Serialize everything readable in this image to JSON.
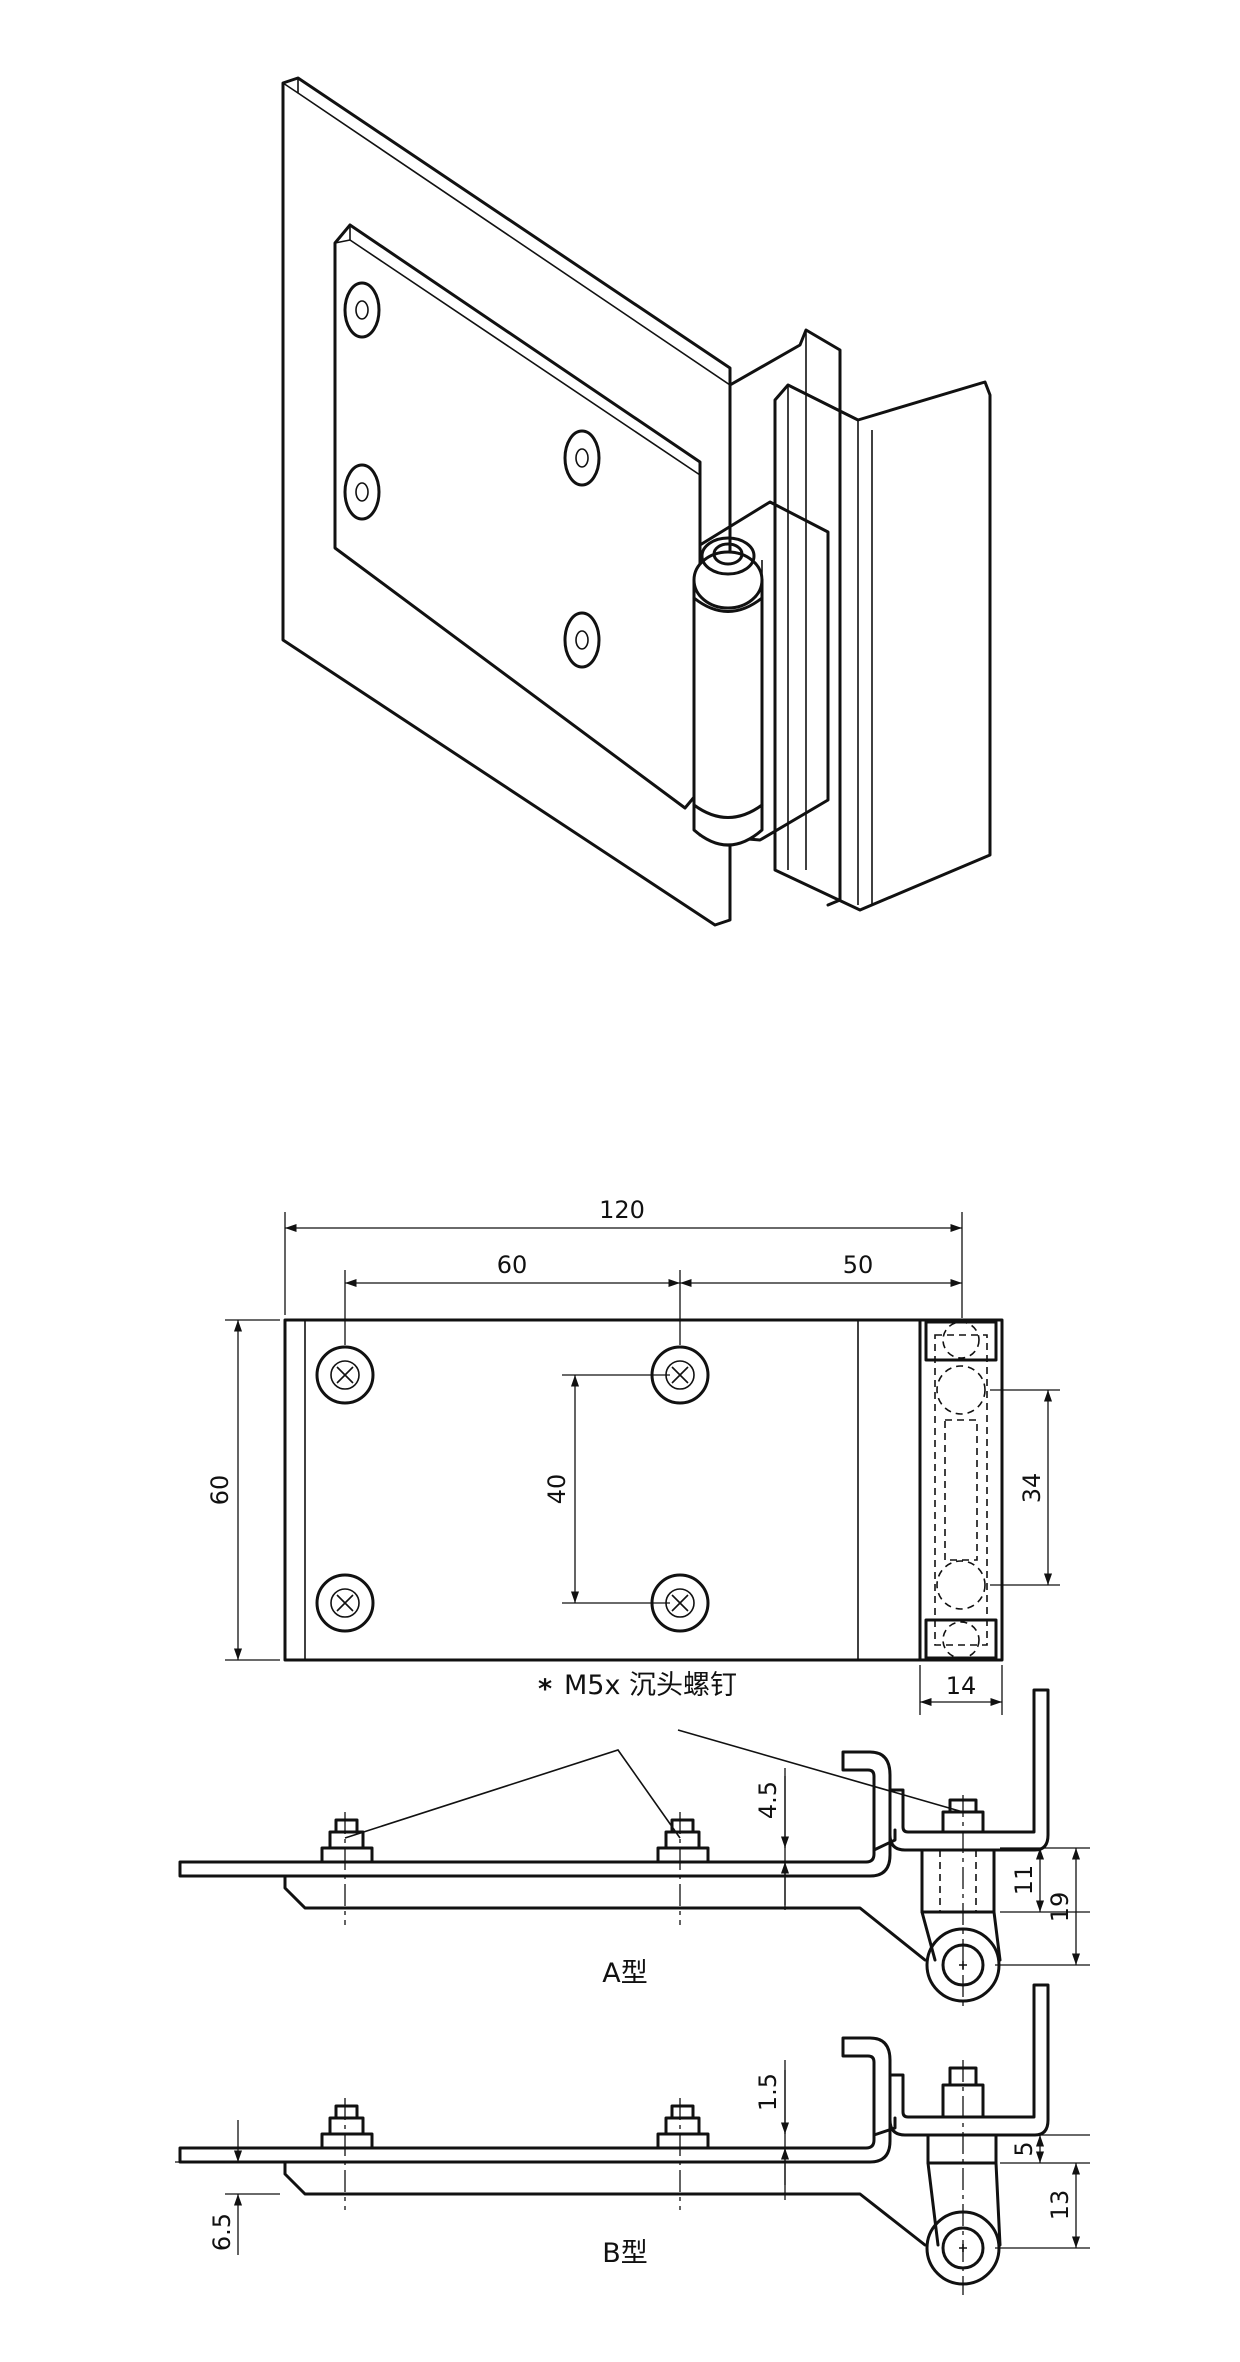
{
  "dimensions": {
    "overall_length": "120",
    "hole_spacing_x": "60",
    "hinge_offset": "50",
    "plate_height": "60",
    "hole_spacing_y": "40",
    "hinge_pin_spacing": "34",
    "hinge_width": "14",
    "a_screw_projection": "4.5",
    "a_thread_height": "11",
    "a_pivot_height": "19",
    "b_screw_projection": "1.5",
    "b_plate_offset": "6.5",
    "b_collar_height": "5",
    "b_pivot_height": "13"
  },
  "notes": {
    "screw_note": "M5x 沉头螺钉",
    "asterisk": "*"
  },
  "section_labels": {
    "type_a": "A型",
    "type_b": "B型"
  }
}
